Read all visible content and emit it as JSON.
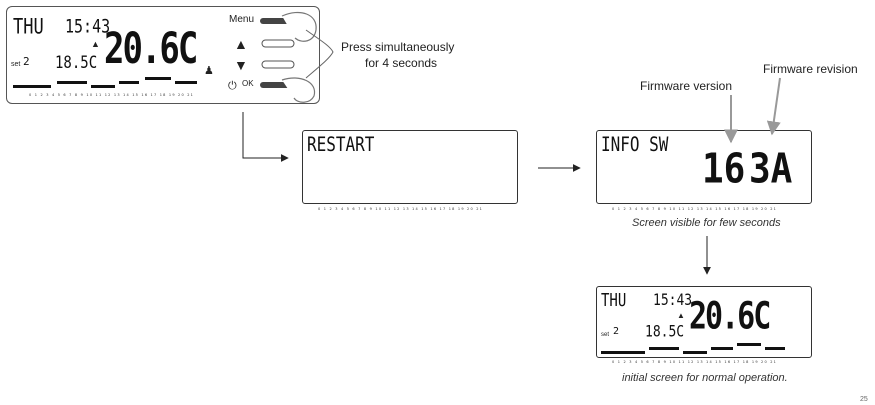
{
  "device": {
    "day": "THU",
    "time": "15:43",
    "main_temp": "20.6C",
    "set_temp": "18.5C",
    "set_label": "set",
    "set_num": "2",
    "menu_label": "Menu",
    "ok_label": "OK",
    "ticks": "0 1 2 3 4 5 6 7 8 9 10 11 12 13 14 15 16 17 18 19 20 21"
  },
  "instruction": {
    "line1": "Press simultaneously",
    "line2": "for 4 seconds"
  },
  "restart_screen": {
    "text": "RESTART",
    "ticks": "0 1 2 3 4 5 6 7 8 9 10 11 12 13 14 15 16 17 18 19 20 21"
  },
  "info_screen": {
    "title": "INFO SW",
    "version": "16",
    "revision": "3A",
    "ticks": "0 1 2 3 4 5 6 7 8 9 10 11 12 13 14 15 16 17 18 19 20 21",
    "caption": "Screen visible for few seconds"
  },
  "labels": {
    "firmware_version": "Firmware version",
    "firmware_revision": "Firmware revision"
  },
  "final_screen": {
    "day": "THU",
    "time": "15:43",
    "main_temp": "20.6C",
    "set_temp": "18.5C",
    "set_label": "set",
    "set_num": "2",
    "ticks": "0 1 2 3 4 5 6 7 8 9 10 11 12 13 14 15 16 17 18 19 20 21",
    "caption": "initial screen for normal operation."
  },
  "page_number": "25"
}
